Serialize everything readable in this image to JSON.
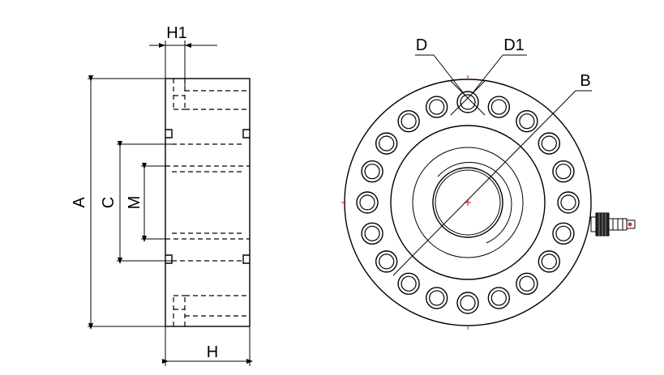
{
  "diagram": {
    "side_view": {
      "labels": {
        "A": "A",
        "C": "C",
        "M": "M",
        "H": "H",
        "H1": "H1"
      }
    },
    "top_view": {
      "labels": {
        "D": "D",
        "D1": "D1",
        "B": "B"
      },
      "bolt_hole_count": 20
    }
  }
}
